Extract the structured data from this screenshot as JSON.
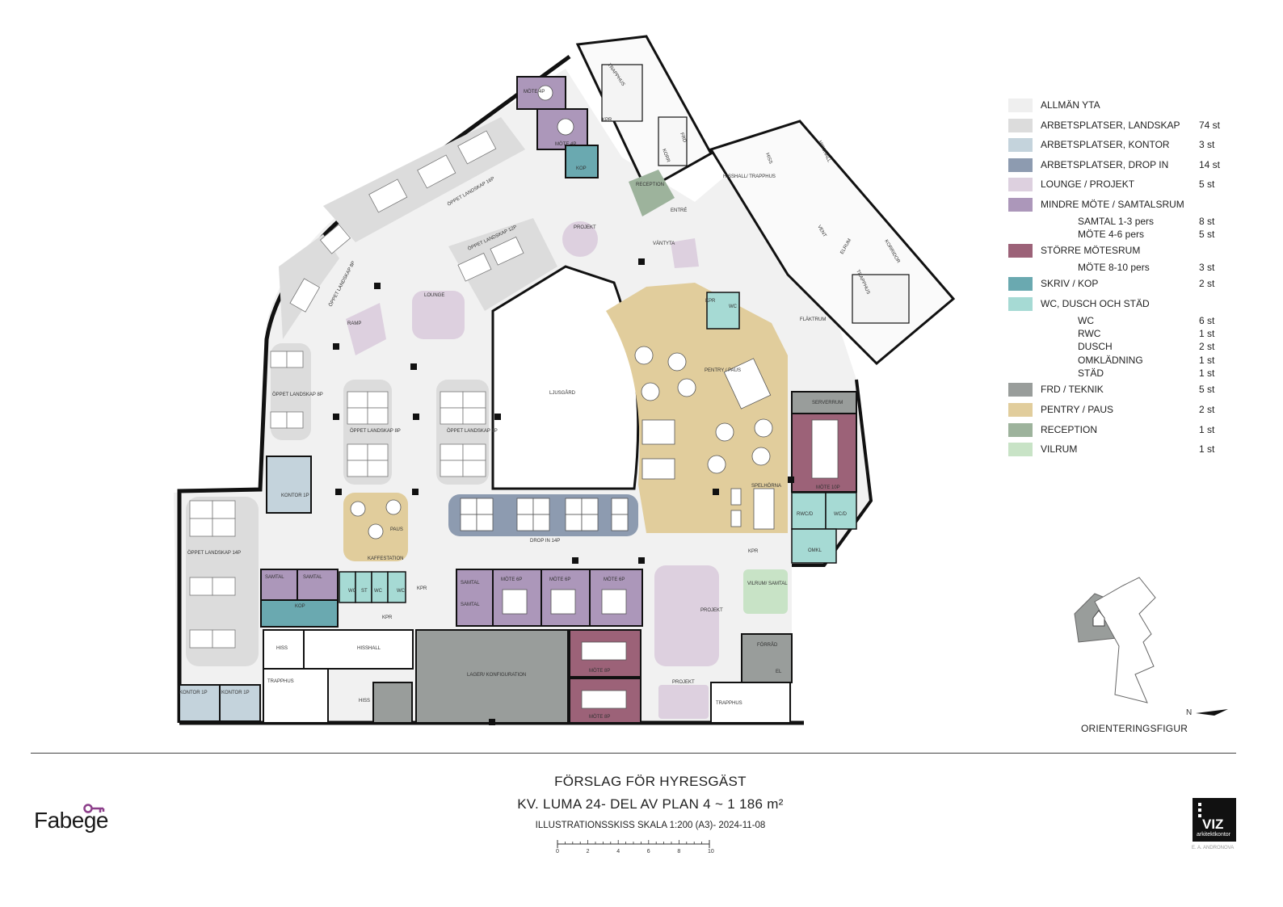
{
  "legend": [
    {
      "name": "ALLMÄN YTA",
      "count": "",
      "color": "#efefef",
      "subs": []
    },
    {
      "name": "ARBETSPLATSER, LANDSKAP",
      "count": "74 st",
      "color": "#dcdcdc",
      "subs": []
    },
    {
      "name": "ARBETSPLATSER, KONTOR",
      "count": "3 st",
      "color": "#c4d3dc",
      "subs": []
    },
    {
      "name": "ARBETSPLATSER, DROP IN",
      "count": "14 st",
      "color": "#8d9bb0",
      "subs": []
    },
    {
      "name": "LOUNGE / PROJEKT",
      "count": "5 st",
      "color": "#ddd0df",
      "subs": []
    },
    {
      "name": "MINDRE MÖTE / SAMTALSRUM",
      "count": "",
      "color": "#ac97ba",
      "subs": [
        {
          "name": "SAMTAL 1-3 pers",
          "count": "8 st"
        },
        {
          "name": "MÖTE 4-6 pers",
          "count": "5 st"
        }
      ]
    },
    {
      "name": "STÖRRE MÖTESRUM",
      "count": "",
      "color": "#9c6278",
      "subs": [
        {
          "name": "MÖTE 8-10 pers",
          "count": "3 st"
        }
      ]
    },
    {
      "name": "SKRIV / KOP",
      "count": "2 st",
      "color": "#6aa9b0",
      "subs": []
    },
    {
      "name": "WC, DUSCH OCH STÄD",
      "count": "",
      "color": "#a6dad4",
      "subs": [
        {
          "name": "WC",
          "count": "6 st"
        },
        {
          "name": "RWC",
          "count": "1 st"
        },
        {
          "name": "DUSCH",
          "count": "2 st"
        },
        {
          "name": "OMKLÄDNING",
          "count": "1 st"
        },
        {
          "name": "STÄD",
          "count": "1 st"
        }
      ]
    },
    {
      "name": "FRD / TEKNIK",
      "count": "5 st",
      "color": "#999d9b",
      "subs": []
    },
    {
      "name": "PENTRY / PAUS",
      "count": "2 st",
      "color": "#e1cd9c",
      "subs": []
    },
    {
      "name": "RECEPTION",
      "count": "1 st",
      "color": "#9db39c",
      "subs": []
    },
    {
      "name": "VILRUM",
      "count": "1 st",
      "color": "#c8e3c6",
      "subs": []
    }
  ],
  "rooms": {
    "trapphus_top": "TRAPPHUS",
    "mote4p_a": "MÖTE 4P",
    "mote4p_b": "MÖTE 4P",
    "kop_top": "KOP",
    "kpr_top": "KPR",
    "frd_top": "FRD",
    "korr": "KORR",
    "reception": "RECEPTION",
    "entre": "ENTRÉ",
    "hisshall_trapphus": "HISSHALL/ TRAPPHUS",
    "hiss_top": "HISS",
    "hisshall_right": "HISSHALL",
    "vent": "VENT",
    "elrum": "ELRUM",
    "korridor": "KORRIDOR",
    "trapphus_right": "TRAPPHUS",
    "flaktrum": "FLÄKTRUM",
    "oppet_16p": "ÖPPET LANDSKAP 16P",
    "oppet_8p_curve": "ÖPPET LANDSKAP 8P",
    "oppet_12p": "ÖPPET LANDSKAP 12P",
    "projekt_top": "PROJEKT",
    "vantyta": "VÄNTYTA",
    "lounge": "LOUNGE",
    "ramp": "RAMP",
    "kpr_pentry": "KPR",
    "wc_pentry": "WC",
    "pentry": "PENTRY / PAUS",
    "ljusgard": "LJUSGÅRD",
    "oppet_8p_left": "ÖPPET LANDSKAP 8P",
    "oppet_8p_mid": "ÖPPET LANDSKAP 8P",
    "oppet_8p_right": "ÖPPET LANDSKAP 8P",
    "serverrum": "SERVERRUM",
    "mote10p": "MÖTE 10P",
    "kontor1p": "KONTOR 1P",
    "paus": "PAUS",
    "kaffestation": "KAFFESTATION",
    "dropin": "DROP IN 14P",
    "spelhorna": "SPELHÖRNA",
    "rwc_d": "RWC/D",
    "wc_d": "WC/D",
    "omkl": "OMKL",
    "oppet_14p": "ÖPPET LANDSKAP 14P",
    "samtal_a": "SAMTAL",
    "samtal_b": "SAMTAL",
    "kop_bottom": "KOP",
    "wc_a": "WC",
    "st": "ST",
    "wc_b": "WC",
    "wc_c": "WC",
    "kpr_mid": "KPR",
    "kpr_low": "KPR",
    "samtal_c": "SAMTAL",
    "samtal_d": "SAMTAL",
    "mote6p_a": "MÖTE 6P",
    "mote6p_b": "MÖTE 6P",
    "mote6p_c": "MÖTE 6P",
    "projekt_mid": "PROJEKT",
    "vilrum": "VILRUM/ SAMTAL",
    "kpr_right": "KPR",
    "hiss_bottom": "HISS",
    "hisshall_bottom": "HISSHALL",
    "lager": "LAGER/ KONFIGURATION",
    "mote8p_a": "MÖTE 8P",
    "mote8p_b": "MÖTE 8P",
    "forrad": "FÖRRÅD",
    "el": "EL",
    "projekt_bottom": "PROJEKT",
    "trapphus_left": "TRAPPHUS",
    "trapphus_bottom": "TRAPPHUS",
    "hiss_small": "HISS",
    "kontor1p_a": "KONTOR 1P",
    "kontor1p_b": "KONTOR 1P"
  },
  "orientation": {
    "label": "ORIENTERINGSFIGUR",
    "north": "N"
  },
  "title": {
    "line1": "FÖRSLAG FÖR HYRESGÄST",
    "line2": "KV. LUMA 24- DEL AV PLAN 4 ~ 1 186 m²",
    "line3": "ILLUSTRATIONSSKISS SKALA 1:200 (A3)- 2024-11-08"
  },
  "scale_ticks": [
    "0",
    "2",
    "4",
    "6",
    "8",
    "10"
  ],
  "brand": {
    "name": "Fabege",
    "accent": "#8c3f8a"
  },
  "architect": {
    "logo": "VIZ",
    "tagline": "arkitektkontor",
    "credit": "E. A. ANDRONOVA"
  }
}
